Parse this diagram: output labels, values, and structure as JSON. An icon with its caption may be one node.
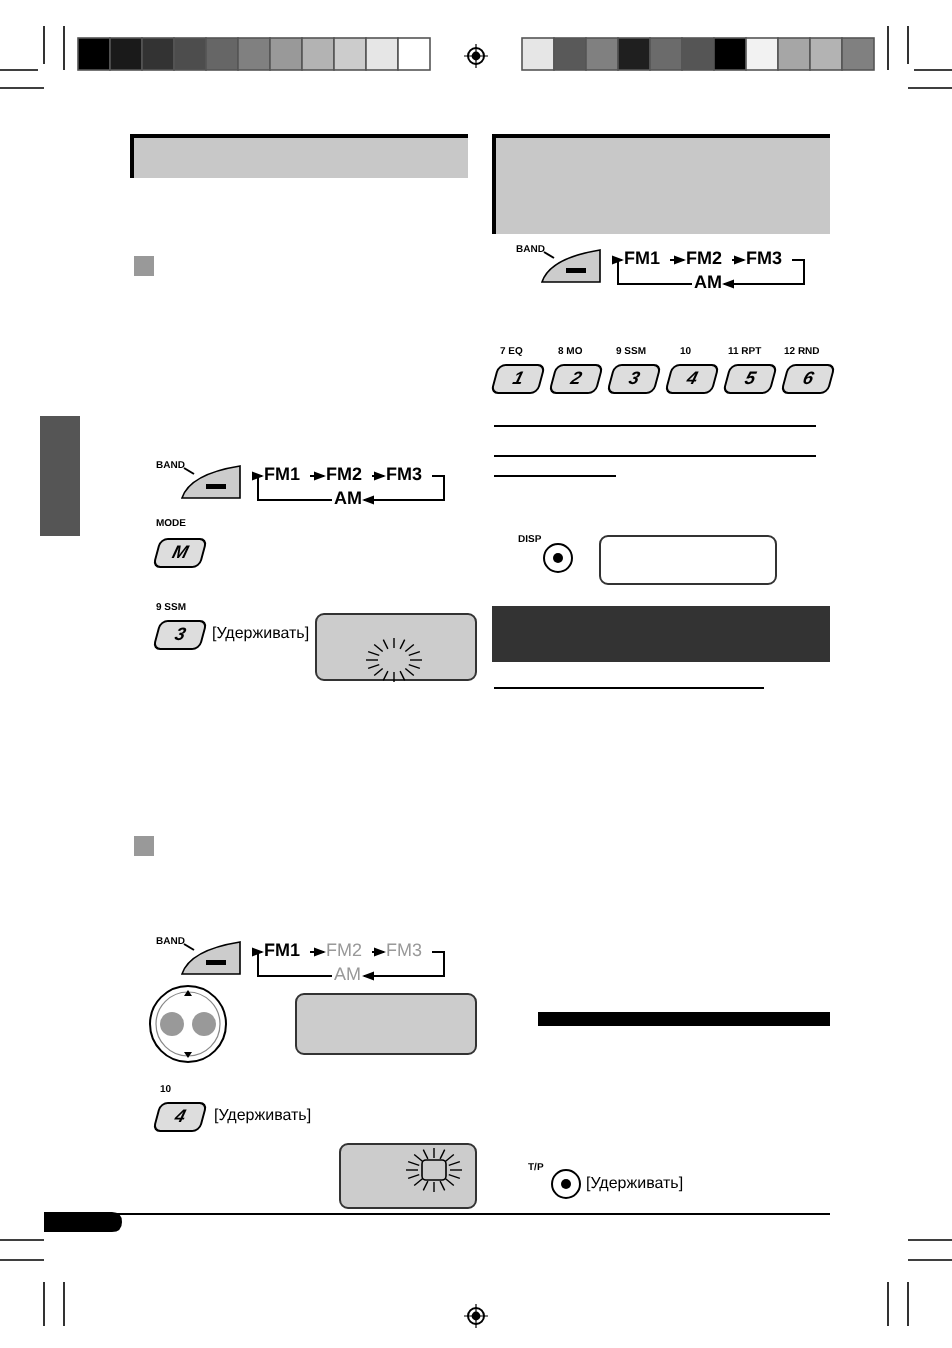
{
  "diagram": {
    "nodes": [
      {
        "text": [
          "BAND"
        ]
      },
      {
        "text": [],
        "shape": "button"
      },
      {
        "text": [
          "FM1"
        ]
      },
      {
        "text": [
          "FM2"
        ]
      },
      {
        "text": [
          "FM3"
        ]
      },
      {
        "text": [
          "AM"
        ]
      },
      {
        "text": [
          "BAND"
        ]
      },
      {
        "text": [],
        "shape": "button"
      },
      {
        "text": [
          "FM1"
        ]
      },
      {
        "text": [
          "FM2"
        ]
      },
      {
        "text": [
          "FM3"
        ]
      },
      {
        "text": [
          "AM"
        ]
      },
      {
        "text": [
          "BAND"
        ]
      },
      {
        "text": [],
        "shape": "button"
      },
      {
        "text": [
          "FM1"
        ]
      },
      {
        "text": [
          "FM2"
        ]
      },
      {
        "text": [
          "FM3"
        ]
      },
      {
        "text": [
          "AM"
        ]
      },
      {
        "text": [],
        "shape": "box"
      },
      {
        "text": [],
        "shape": "box"
      },
      {
        "text": [],
        "shape": "box"
      },
      {
        "text": [],
        "shape": "box"
      },
      {
        "text": [],
        "shape": "box"
      }
    ],
    "edges": [
      {
        "from": 0,
        "to": 1,
        "arrow": "none"
      },
      {
        "from": 2,
        "to": 3,
        "arrow": "to"
      },
      {
        "from": 3,
        "to": 4,
        "arrow": "to"
      },
      {
        "from": 4,
        "to": 5,
        "arrow": "to"
      },
      {
        "from": 5,
        "to": 2,
        "arrow": "to"
      },
      {
        "from": 6,
        "to": 7,
        "arrow": "none"
      },
      {
        "from": 8,
        "to": 9,
        "arrow": "to"
      },
      {
        "from": 9,
        "to": 10,
        "arrow": "to"
      },
      {
        "from": 10,
        "to": 11,
        "arrow": "to"
      },
      {
        "from": 11,
        "to": 8,
        "arrow": "to"
      },
      {
        "from": 12,
        "to": 13,
        "arrow": "none"
      },
      {
        "from": 14,
        "to": 15,
        "arrow": "to"
      },
      {
        "from": 15,
        "to": 16,
        "arrow": "to"
      },
      {
        "from": 16,
        "to": 17,
        "arrow": "to"
      },
      {
        "from": 17,
        "to": 14,
        "arrow": "to"
      }
    ],
    "labels": [
      "MODE",
      "M",
      "9 SSM",
      "3",
      "[Удерживать]",
      "10",
      "4",
      "[Удерживать]",
      "7 EQ",
      "1",
      "8 MO",
      "2",
      "9 SSM",
      "3",
      "10",
      "4",
      "11 RPT",
      "5",
      "12 RND",
      "6",
      "DISP",
      "T/P",
      "[Удерживать]"
    ]
  }
}
